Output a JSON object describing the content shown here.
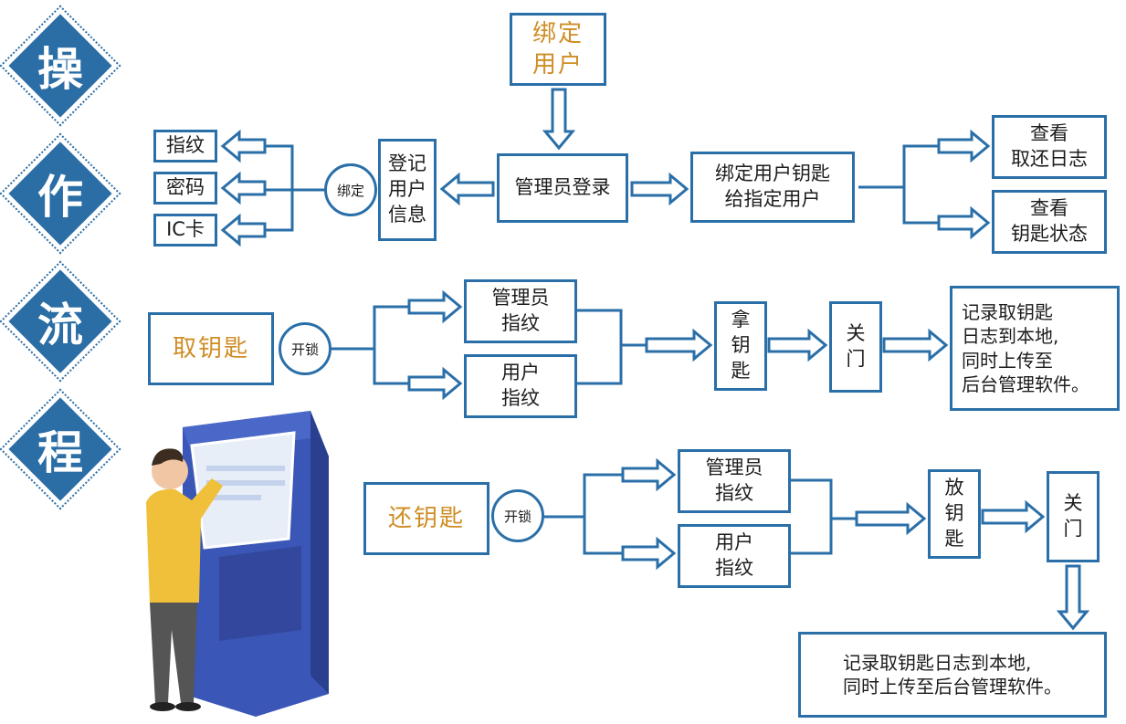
{
  "side_title": [
    "操",
    "作",
    "流",
    "程"
  ],
  "row1": {
    "bind_user": "绑定\n用户",
    "admin_login": "管理员登录",
    "register_info": "登记\n用户\n信息",
    "bind_circle": "绑定",
    "methods": [
      "指纹",
      "密码",
      "IC卡"
    ],
    "bind_key": "绑定用户钥匙\n给指定用户",
    "view_log": "查看\n取还日志",
    "view_status": "查看\n钥匙状态"
  },
  "row2": {
    "take_key": "取钥匙",
    "unlock": "开锁",
    "admin_fp": "管理员\n指纹",
    "user_fp": "用户\n指纹",
    "grab_key": "拿\n钥\n匙",
    "close_door": "关\n门",
    "record": "记录取钥匙\n日志到本地,\n同时上传至\n后台管理软件。"
  },
  "row3": {
    "return_key": "还钥匙",
    "unlock": "开锁",
    "admin_fp": "管理员\n指纹",
    "user_fp": "用户\n指纹",
    "put_key": "放\n钥\n匙",
    "close_door": "关\n门",
    "record": "记录取钥匙日志到本地,\n同时上传至后台管理软件。"
  },
  "colors": {
    "accent": "#2a6fa8",
    "title_orange": "#cf8d25",
    "diamond": "#2b6da5"
  }
}
